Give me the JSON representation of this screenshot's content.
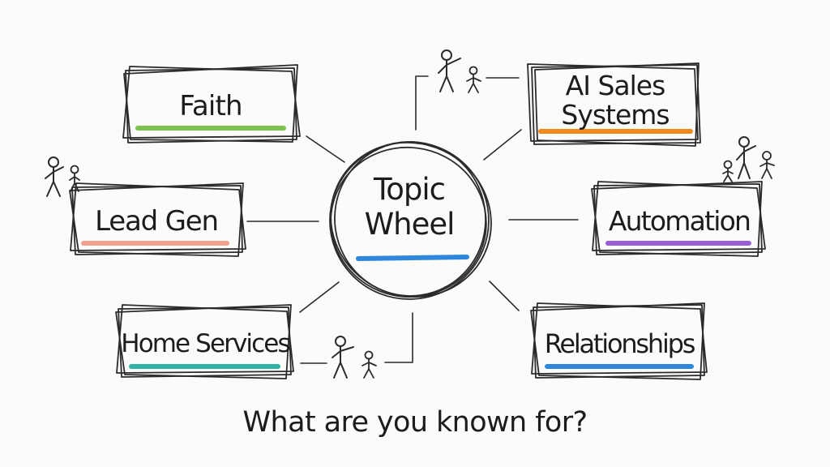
{
  "diagram": {
    "center": {
      "line1": "Topic",
      "line2": "Wheel"
    },
    "topics": {
      "faith": {
        "label": "Faith",
        "accent": "#7cc24e"
      },
      "ai_sales": {
        "line1": "AI Sales",
        "line2": "Systems",
        "accent": "#f08a1e"
      },
      "lead_gen": {
        "label": "Lead Gen",
        "accent": "#f0a08c"
      },
      "automation": {
        "label": "Automation",
        "accent": "#9a5fd6"
      },
      "home_services": {
        "label": "Home Services",
        "accent": "#2fb3a4"
      },
      "relationships": {
        "label": "Relationships",
        "accent": "#2f86dd"
      }
    },
    "center_accent": "#2f86dd",
    "question": "What are you known for?",
    "icons": [
      "stick-figure-icon"
    ]
  }
}
